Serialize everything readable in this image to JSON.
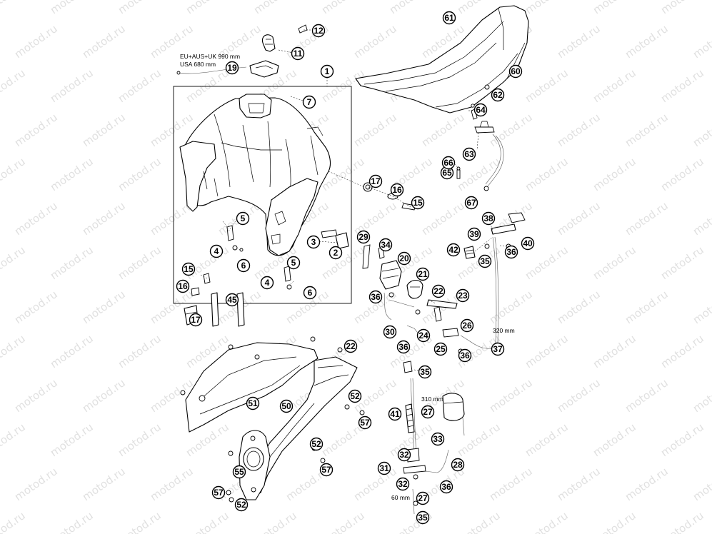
{
  "watermark": "motod.ru",
  "dimension_labels": [
    {
      "id": "hose-19-length-eu",
      "text": "EU+AUS+UK 990 mm"
    },
    {
      "id": "hose-19-length-usa",
      "text": "USA 680 mm"
    },
    {
      "id": "hose-37-length",
      "text": "320 mm"
    },
    {
      "id": "hose-27-length-upper",
      "text": "310 mm"
    },
    {
      "id": "hose-27-length-lower",
      "text": "60 mm"
    }
  ],
  "callouts": [
    "1",
    "2",
    "3",
    "4",
    "5",
    "6",
    "7",
    "11",
    "12",
    "15",
    "16",
    "17",
    "19",
    "20",
    "21",
    "22",
    "23",
    "24",
    "25",
    "26",
    "27",
    "28",
    "29",
    "30",
    "31",
    "32",
    "33",
    "34",
    "35",
    "36",
    "37",
    "38",
    "39",
    "40",
    "41",
    "42",
    "45",
    "50",
    "51",
    "52",
    "55",
    "57",
    "60",
    "61",
    "62",
    "63",
    "64",
    "65",
    "66",
    "67"
  ]
}
